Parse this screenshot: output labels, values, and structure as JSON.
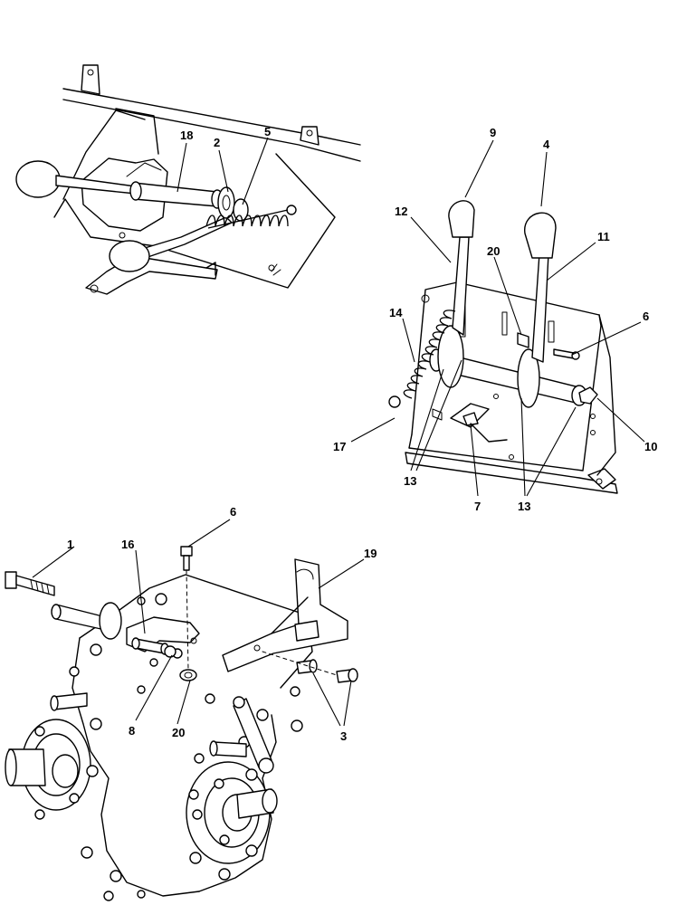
{
  "callouts": {
    "c1": "1",
    "c2": "2",
    "c3": "3",
    "c4": "4",
    "c5": "5",
    "c6_top": "6",
    "c6_bottom": "6",
    "c7": "7",
    "c8": "8",
    "c9": "9",
    "c10": "10",
    "c11": "11",
    "c12": "12",
    "c13_left": "13",
    "c13_right": "13",
    "c14": "14",
    "c16": "16",
    "c17": "17",
    "c18": "18",
    "c19": "19",
    "c20_top": "20",
    "c20_bottom": "20"
  }
}
